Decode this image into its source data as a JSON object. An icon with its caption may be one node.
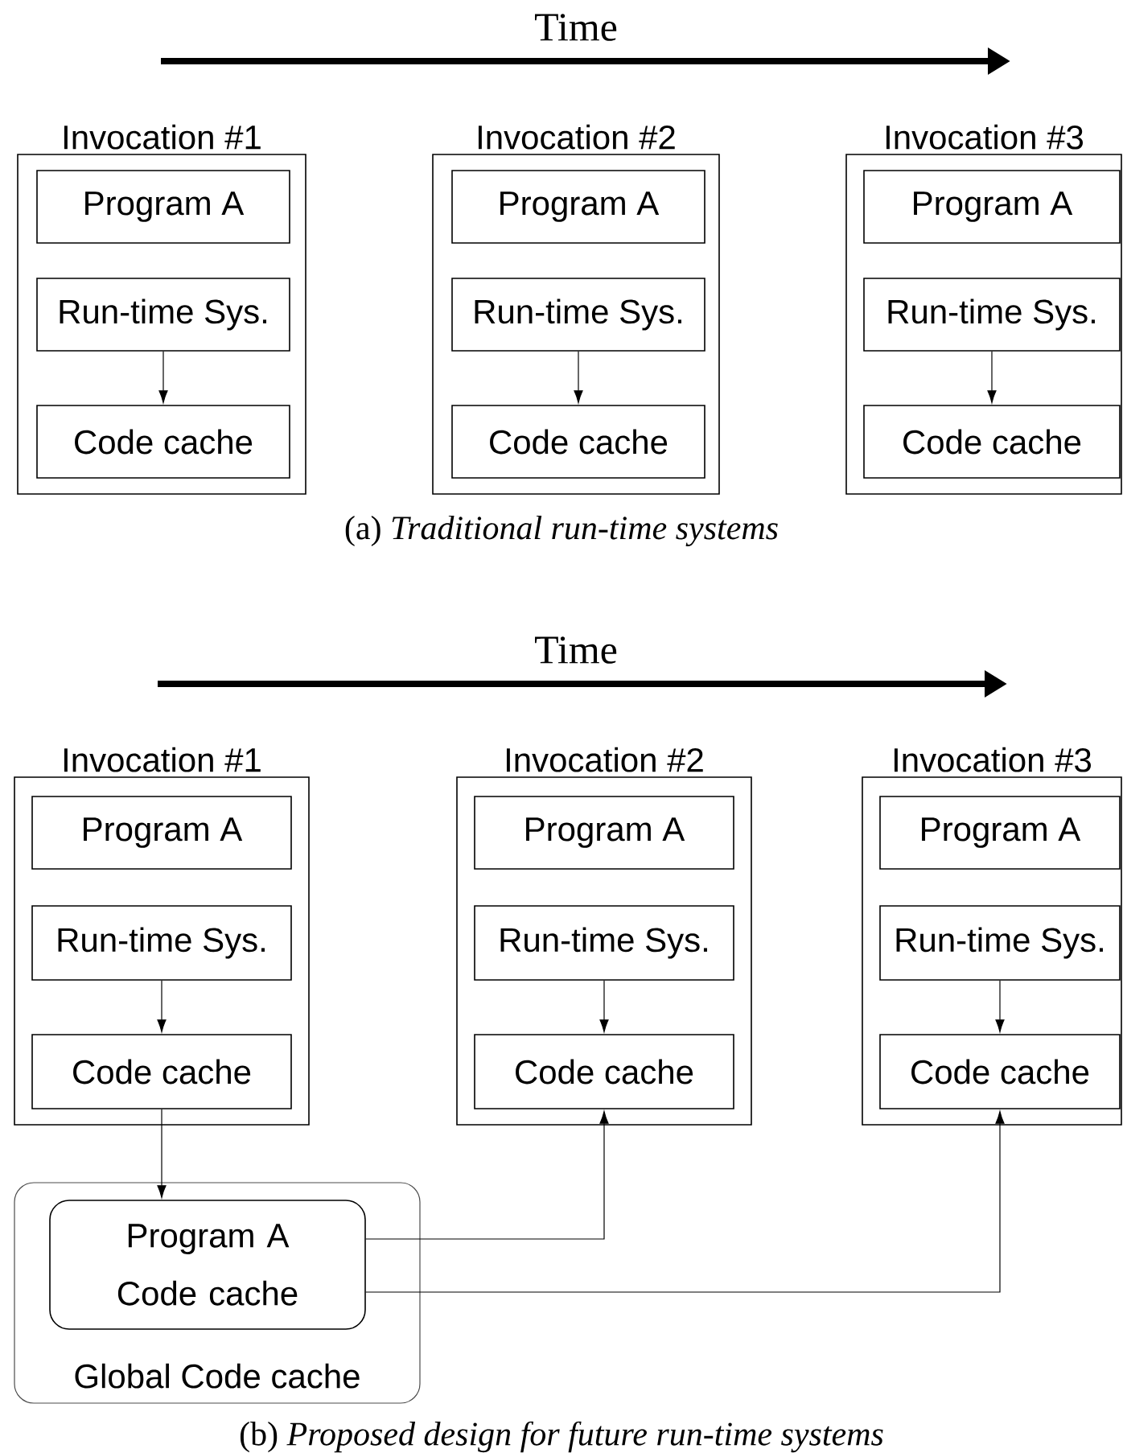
{
  "diagram": {
    "nodes": [
      {
        "text": [
          "Invocation #1"
        ]
      },
      {
        "text": [
          "Program A"
        ],
        "in": 0
      },
      {
        "text": [
          "Run-time Sys."
        ],
        "in": 0
      },
      {
        "text": [
          "Code cache"
        ],
        "in": 0
      },
      {
        "text": [
          "Invocation #2"
        ]
      },
      {
        "text": [
          "Program A"
        ],
        "in": 4
      },
      {
        "text": [
          "Run-time Sys."
        ],
        "in": 4
      },
      {
        "text": [
          "Code cache"
        ],
        "in": 4
      },
      {
        "text": [
          "Invocation #3"
        ]
      },
      {
        "text": [
          "Program A"
        ],
        "in": 8
      },
      {
        "text": [
          "Run-time Sys."
        ],
        "in": 8
      },
      {
        "text": [
          "Code cache"
        ],
        "in": 8
      },
      {
        "text": [
          "Invocation #1"
        ]
      },
      {
        "text": [
          "Program A"
        ],
        "in": 12
      },
      {
        "text": [
          "Run-time Sys."
        ],
        "in": 12
      },
      {
        "text": [
          "Code cache"
        ],
        "in": 12
      },
      {
        "text": [
          "Invocation #2"
        ]
      },
      {
        "text": [
          "Program A"
        ],
        "in": 16
      },
      {
        "text": [
          "Run-time Sys."
        ],
        "in": 16
      },
      {
        "text": [
          "Code cache"
        ],
        "in": 16
      },
      {
        "text": [
          "Invocation #3"
        ]
      },
      {
        "text": [
          "Program A"
        ],
        "in": 20
      },
      {
        "text": [
          "Run-time Sys."
        ],
        "in": 20
      },
      {
        "text": [
          "Code cache"
        ],
        "in": 20
      },
      {
        "text": [
          "Global Code cache"
        ]
      },
      {
        "text": [
          "Program A Code cache"
        ],
        "in": 24
      }
    ],
    "edges": [
      {
        "from": 2,
        "to": 3,
        "arrow": "to"
      },
      {
        "from": 6,
        "to": 7,
        "arrow": "to"
      },
      {
        "from": 10,
        "to": 11,
        "arrow": "to"
      },
      {
        "from": 14,
        "to": 15,
        "arrow": "to"
      },
      {
        "from": 18,
        "to": 19,
        "arrow": "to"
      },
      {
        "from": 22,
        "to": 23,
        "arrow": "to"
      },
      {
        "from": 15,
        "to": 25,
        "arrow": "to"
      },
      {
        "from": 25,
        "to": 19,
        "arrow": "to"
      },
      {
        "from": 25,
        "to": 23,
        "arrow": "to"
      }
    ],
    "labels": [
      "Time",
      "(a) *Traditional run-time systems*",
      "Time",
      "(b) *Proposed design for future run-time systems*"
    ]
  }
}
